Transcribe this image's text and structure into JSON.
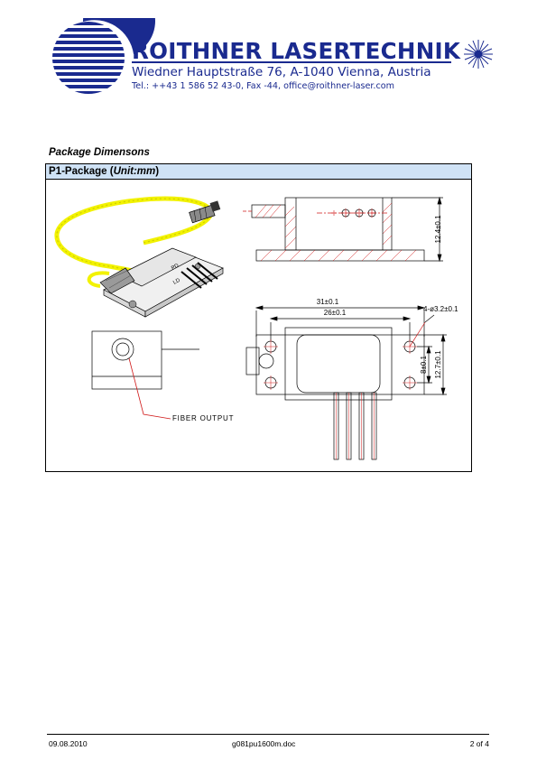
{
  "header": {
    "company_name": "ROITHNER LASERTECHNIK",
    "address": "Wiedner Hauptstraße 76, A-1040 Vienna, Austria",
    "contact": "Tel.: ++43 1 586 52 43-0, Fax -44, office@roithner-laser.com"
  },
  "section": {
    "title": "Package Dimensons"
  },
  "package": {
    "name": "P1-Package",
    "unit_prefix": "Unit:",
    "unit": "mm"
  },
  "drawing": {
    "dim_height": "12.4±0.1",
    "dim_width_outer": "31±0.1",
    "dim_width_inner": "26±0.1",
    "dim_holes": "4-ø3.2±0.1",
    "dim_pitch": "8±0.1",
    "dim_height_outer": "12.7±0.1",
    "fiber_output": "FIBER OUTPUT",
    "pin_labels": [
      "PD",
      "LD"
    ]
  },
  "footer": {
    "date": "09.08.2010",
    "filename": "g081pu1600m.doc",
    "page": "2 of 4"
  },
  "colors": {
    "brand_blue": "#1a2a8f",
    "header_band": "#cfe2f5",
    "drawing_red": "#d01818",
    "fiber_yellow": "#f2f200"
  }
}
